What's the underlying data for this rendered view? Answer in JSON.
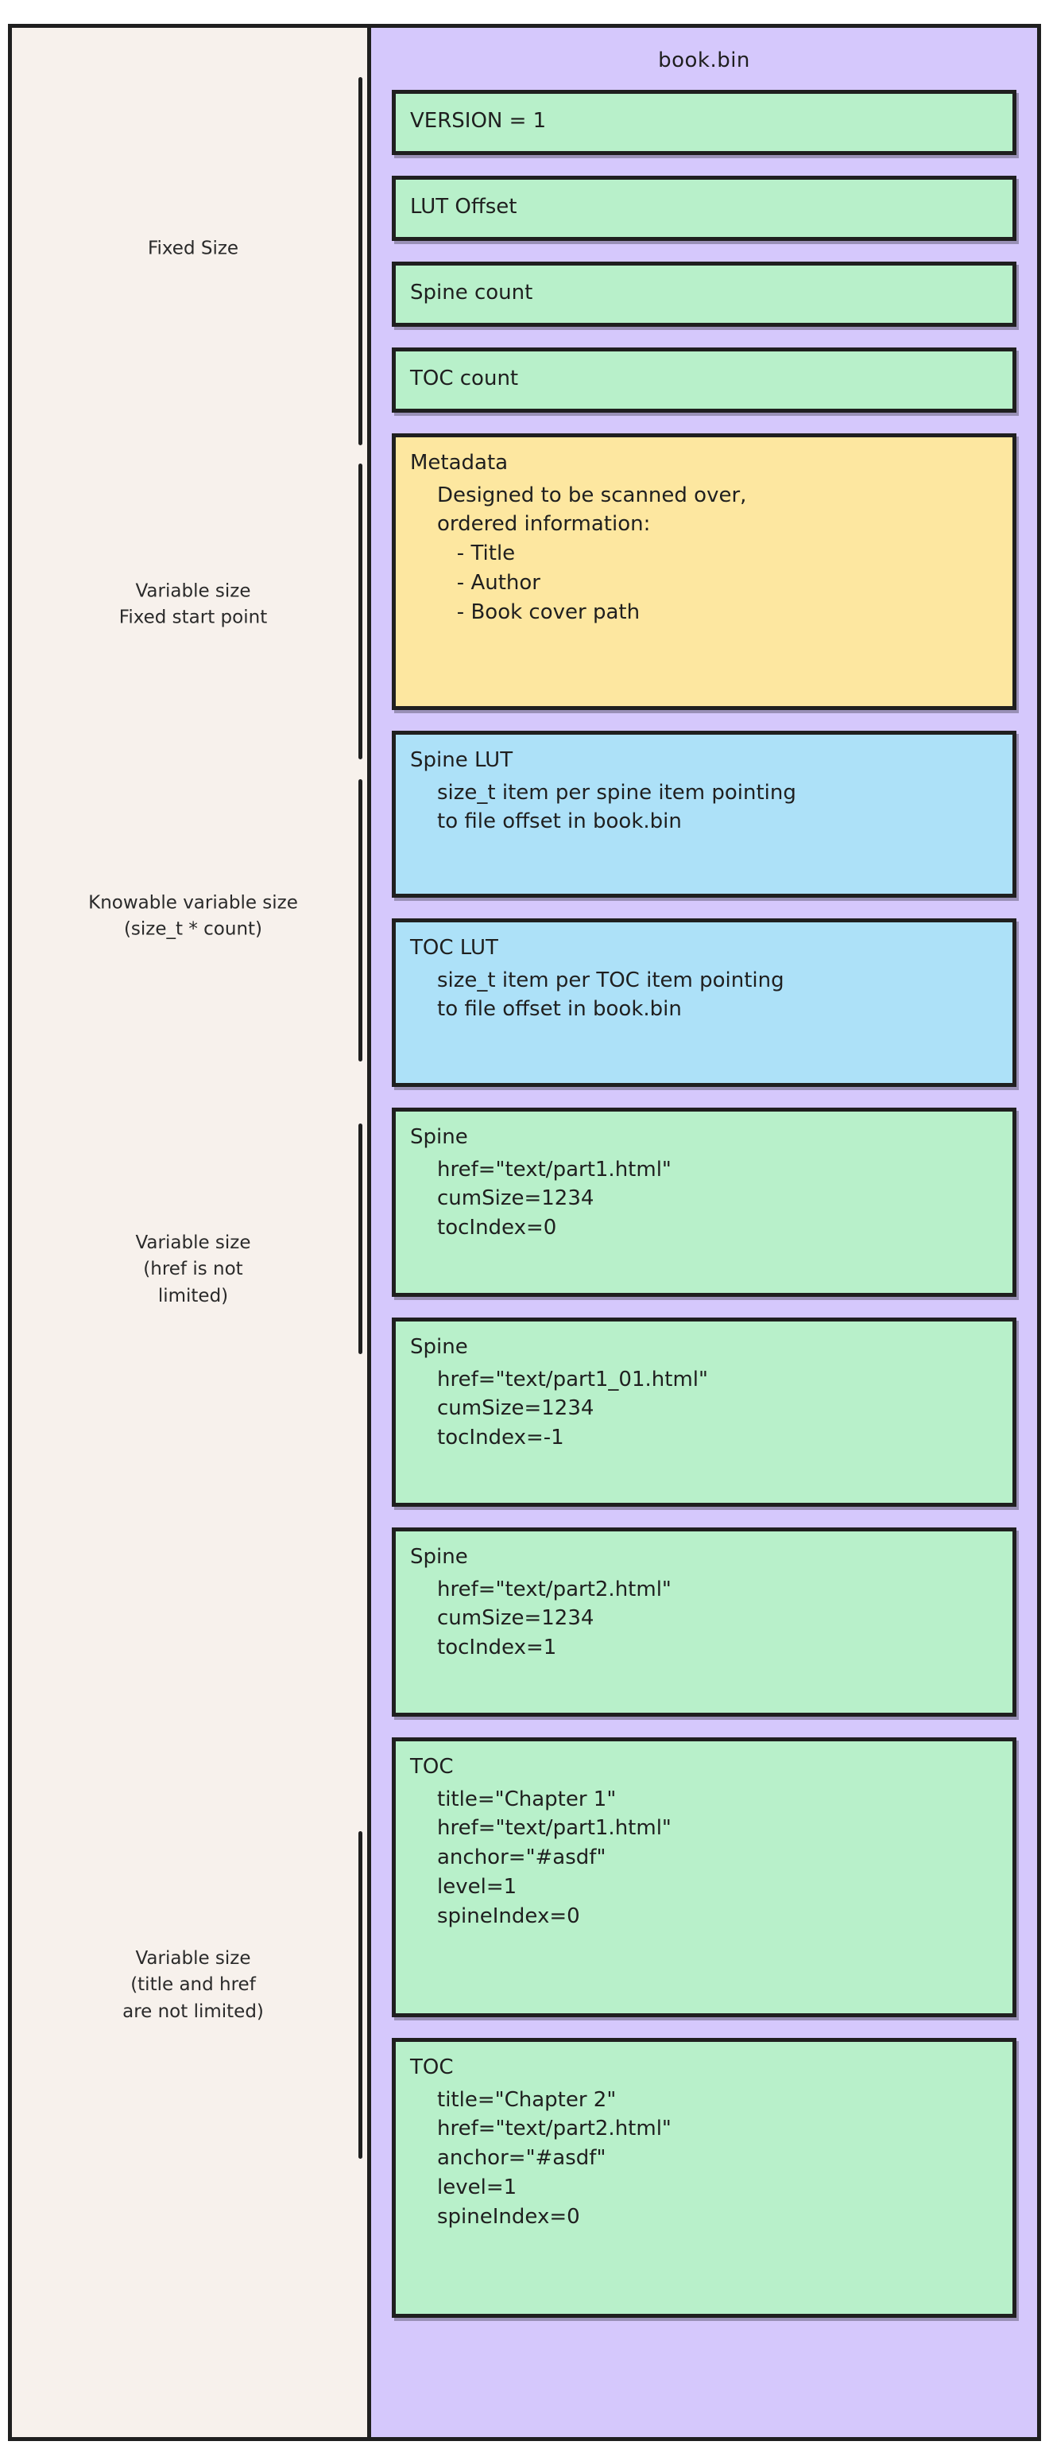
{
  "file": {
    "title": "book.bin"
  },
  "colors": {
    "page_background": "#ffffff",
    "left_column_background": "#f7f1ec",
    "file_column_background": "#d5c8fc",
    "green_record": "#b8f0ca",
    "yellow_record": "#fde7a0",
    "blue_record": "#ade1f8",
    "stroke": "#1f1f1f"
  },
  "groups": [
    {
      "label": "Fixed Size"
    },
    {
      "label": "Variable size\nFixed start point"
    },
    {
      "label": "Knowable variable size\n(size_t * count)"
    },
    {
      "label": "Variable size\n(href is not\nlimited)"
    },
    {
      "label": "Variable size\n(title and href\nare not limited)"
    }
  ],
  "records": [
    {
      "title": "VERSION = 1",
      "color": "green",
      "lines": []
    },
    {
      "title": "LUT Offset",
      "color": "green",
      "lines": []
    },
    {
      "title": "Spine count",
      "color": "green",
      "lines": []
    },
    {
      "title": "TOC count",
      "color": "green",
      "lines": []
    },
    {
      "title": "Metadata",
      "color": "yellow",
      "lines": [
        "Designed to be scanned over,",
        "ordered information:",
        "   - Title",
        "   - Author",
        "   - Book cover path"
      ]
    },
    {
      "title": "Spine LUT",
      "color": "blue",
      "lines": [
        "size_t item per spine item pointing",
        "to file offset in book.bin"
      ]
    },
    {
      "title": "TOC LUT",
      "color": "blue",
      "lines": [
        "size_t item per TOC item pointing",
        "to file offset in book.bin"
      ]
    },
    {
      "title": "Spine",
      "color": "green",
      "lines": [
        "href=\"text/part1.html\"",
        "cumSize=1234",
        "tocIndex=0"
      ]
    },
    {
      "title": "Spine",
      "color": "green",
      "lines": [
        "href=\"text/part1_01.html\"",
        "cumSize=1234",
        "tocIndex=-1"
      ]
    },
    {
      "title": "Spine",
      "color": "green",
      "lines": [
        "href=\"text/part2.html\"",
        "cumSize=1234",
        "tocIndex=1"
      ]
    },
    {
      "title": "TOC",
      "color": "green",
      "lines": [
        "title=\"Chapter 1\"",
        "href=\"text/part1.html\"",
        "anchor=\"#asdf\"",
        "level=1",
        "spineIndex=0"
      ]
    },
    {
      "title": "TOC",
      "color": "green",
      "lines": [
        "title=\"Chapter 2\"",
        "href=\"text/part2.html\"",
        "anchor=\"#asdf\"",
        "level=1",
        "spineIndex=0"
      ]
    }
  ]
}
